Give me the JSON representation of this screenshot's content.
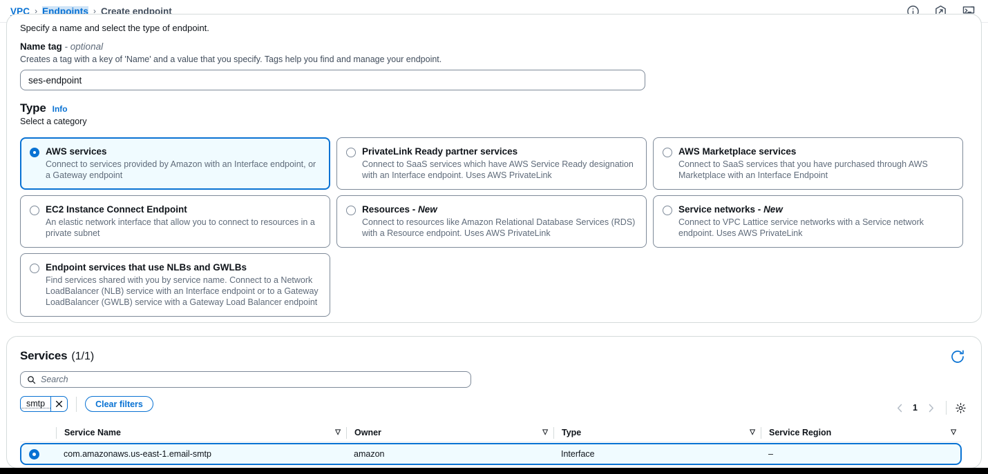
{
  "breadcrumb": {
    "root": "VPC",
    "parent": "Endpoints",
    "current": "Create endpoint",
    "sep": "›"
  },
  "top_icons": [
    {
      "name": "info-icon",
      "label": "Info"
    },
    {
      "name": "settings-hexagon-icon",
      "label": "Settings"
    },
    {
      "name": "cloudshell-terminal-icon",
      "label": "CloudShell"
    }
  ],
  "settings": {
    "section_desc": "Specify a name and select the type of endpoint.",
    "name_tag_label": "Name tag",
    "name_tag_optional": "- optional",
    "name_tag_hint": "Creates a tag with a key of 'Name' and a value that you specify. Tags help you find and manage your endpoint.",
    "name_tag_value": "ses-endpoint",
    "name_tag_placeholder": ""
  },
  "type": {
    "title": "Type",
    "info_link": "Info",
    "subtitle": "Select a category",
    "options": [
      {
        "title": "AWS services",
        "new_suffix": "",
        "desc": "Connect to services provided by Amazon with an Interface endpoint, or a Gateway endpoint",
        "selected": true
      },
      {
        "title": "PrivateLink Ready partner services",
        "new_suffix": "",
        "desc": "Connect to SaaS services which have AWS Service Ready designation with an Interface endpoint. Uses AWS PrivateLink",
        "selected": false
      },
      {
        "title": "AWS Marketplace services",
        "new_suffix": "",
        "desc": "Connect to SaaS services that you have purchased through AWS Marketplace with an Interface Endpoint",
        "selected": false
      },
      {
        "title": "EC2 Instance Connect Endpoint",
        "new_suffix": "",
        "desc": "An elastic network interface that allow you to connect to resources in a private subnet",
        "selected": false
      },
      {
        "title": "Resources - ",
        "new_suffix": "New",
        "desc": "Connect to resources like Amazon Relational Database Services (RDS) with a Resource endpoint. Uses AWS PrivateLink",
        "selected": false
      },
      {
        "title": "Service networks - ",
        "new_suffix": "New",
        "desc": "Connect to VPC Lattice service networks with a Service network endpoint. Uses AWS PrivateLink",
        "selected": false
      },
      {
        "title": "Endpoint services that use NLBs and GWLBs",
        "new_suffix": "",
        "desc": "Find services shared with you by service name. Connect to a Network LoadBalancer (NLB) service with an Interface endpoint or to a Gateway LoadBalancer (GWLB) service with a Gateway Load Balancer endpoint",
        "selected": false
      }
    ]
  },
  "services": {
    "title": "Services",
    "count": "(1/1)",
    "refresh_icon": "refresh-icon",
    "search_placeholder": "Search",
    "search_value": "",
    "filter_token": "smtp",
    "clear_filters_label": "Clear filters",
    "pagination": {
      "prev": "‹",
      "page": "1",
      "next": "›"
    },
    "preferences_icon": "gear-icon",
    "columns": [
      "Service Name",
      "Owner",
      "Type",
      "Service Region"
    ],
    "rows": [
      {
        "selected": true,
        "service_name": "com.amazonaws.us-east-1.email-smtp",
        "owner": "amazon",
        "type": "Interface",
        "service_region": "–"
      }
    ]
  },
  "colors": {
    "link_blue": "#0972d3",
    "selected_bg": "#f0fbff",
    "border_grey": "#7d8998",
    "text_primary": "#0f141a",
    "text_secondary": "#5f6b7a"
  }
}
